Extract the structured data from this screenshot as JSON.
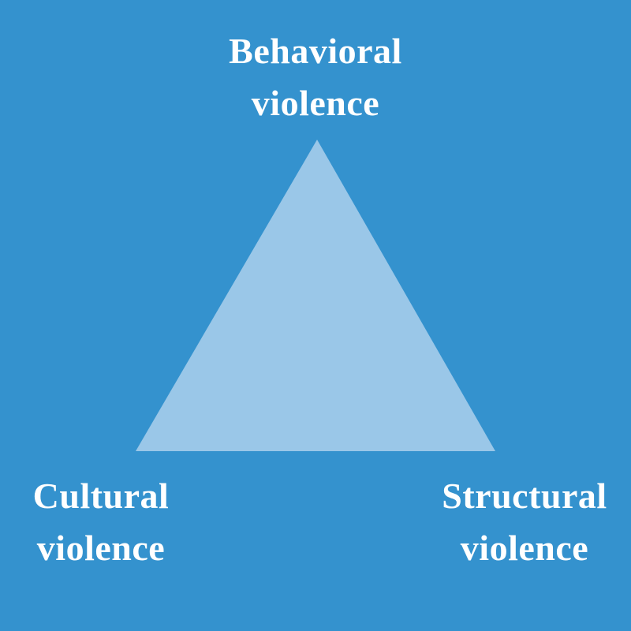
{
  "colors": {
    "background": "#3492CE",
    "triangle": "#9AC7E8",
    "text": "#FFFFFF"
  },
  "diagram": {
    "type": "triangle",
    "labels": {
      "top": {
        "line1": "Behavioral",
        "line2": "violence"
      },
      "bottom_left": {
        "line1": "Cultural",
        "line2": "violence"
      },
      "bottom_right": {
        "line1": "Structural",
        "line2": "violence"
      }
    }
  }
}
